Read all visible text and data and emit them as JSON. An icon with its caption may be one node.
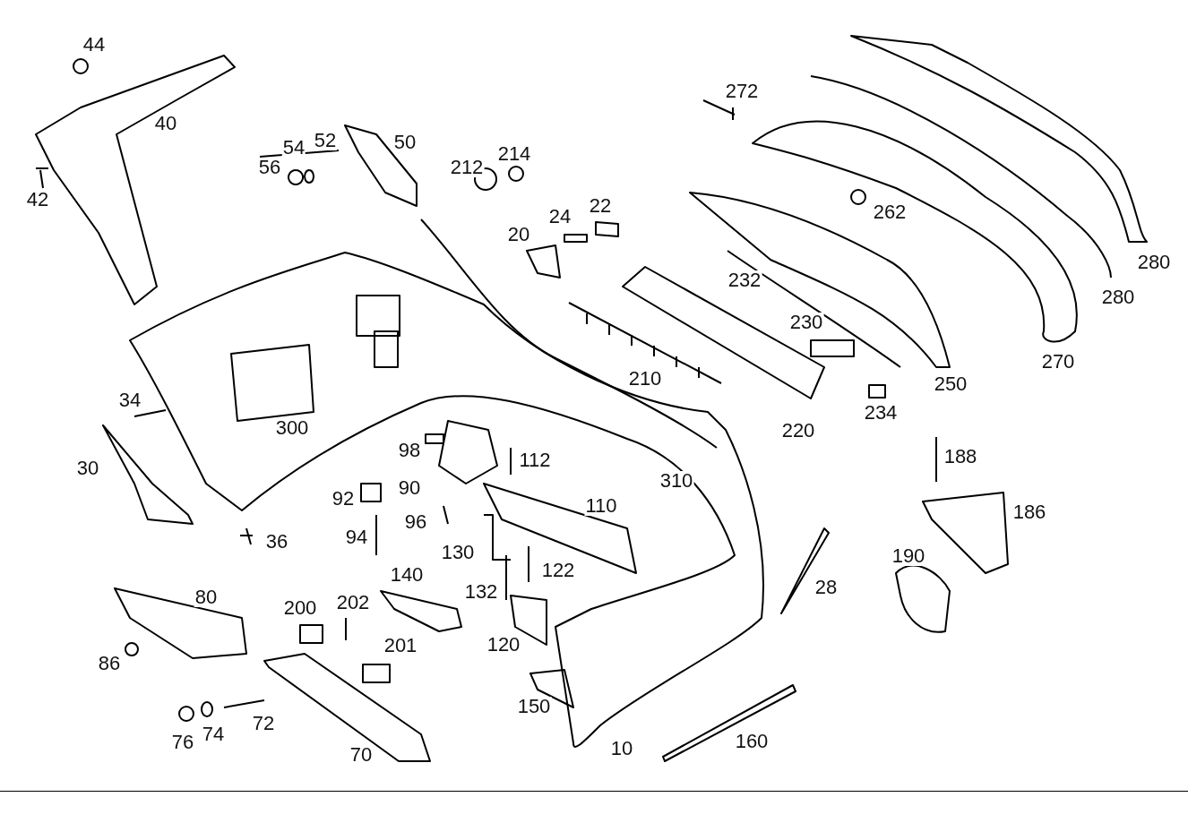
{
  "diagram": {
    "labels": [
      "44",
      "40",
      "42",
      "272",
      "54",
      "52",
      "50",
      "56",
      "212",
      "214",
      "262",
      "24",
      "22",
      "280",
      "20",
      "232",
      "280",
      "270",
      "230",
      "210",
      "250",
      "34",
      "234",
      "300",
      "220",
      "98",
      "112",
      "188",
      "90",
      "310",
      "30",
      "92",
      "110",
      "186",
      "96",
      "94",
      "36",
      "130",
      "190",
      "122",
      "140",
      "28",
      "132",
      "80",
      "200",
      "202",
      "120",
      "201",
      "86",
      "150",
      "72",
      "74",
      "76",
      "160",
      "70",
      "10"
    ]
  }
}
